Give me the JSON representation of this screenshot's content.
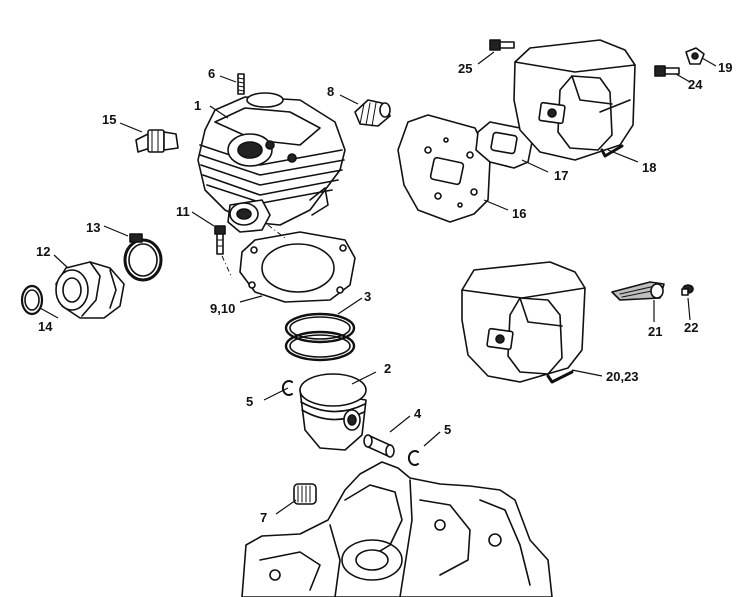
{
  "callouts": {
    "c1": "1",
    "c2": "2",
    "c3": "3",
    "c4": "4",
    "c5a": "5",
    "c5b": "5",
    "c6": "6",
    "c7": "7",
    "c8": "8",
    "c9_10": "9,10",
    "c11": "11",
    "c12": "12",
    "c13": "13",
    "c14": "14",
    "c15": "15",
    "c16": "16",
    "c17": "17",
    "c18": "18",
    "c19": "19",
    "c20_23": "20,23",
    "c21": "21",
    "c22": "22",
    "c24": "24",
    "c25": "25"
  }
}
